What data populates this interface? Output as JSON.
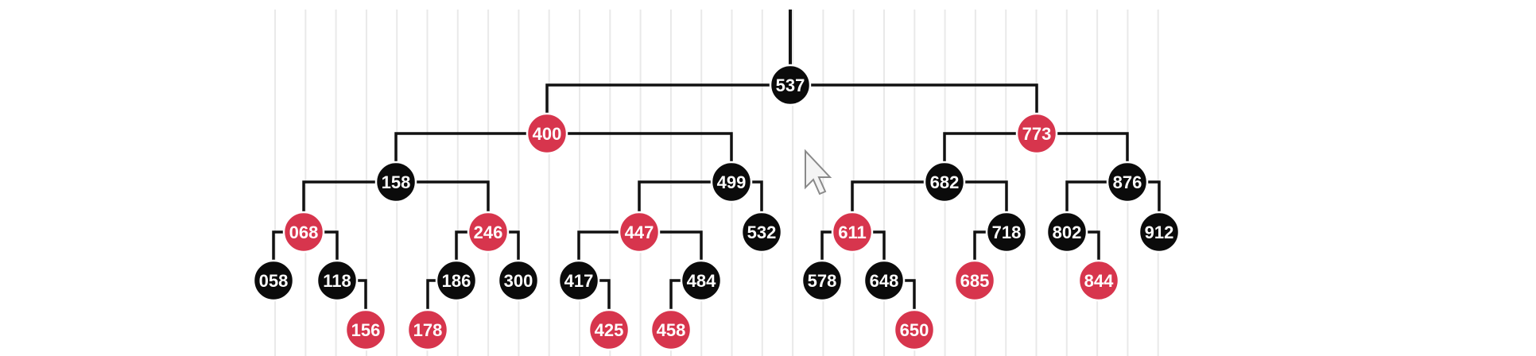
{
  "colors": {
    "background": "#ffffff",
    "grid_line": "#e9e9e9",
    "edge": "#111111",
    "black_node": "#0b0b0b",
    "red_node": "#d7354d",
    "node_outline": "#ffffff",
    "label": "#ffffff"
  },
  "tree": {
    "root": "537",
    "nodes": [
      {
        "id": "537",
        "label": "537",
        "color": "black",
        "children": [
          "400",
          "773"
        ]
      },
      {
        "id": "400",
        "label": "400",
        "color": "red",
        "children": [
          "158",
          "499"
        ]
      },
      {
        "id": "773",
        "label": "773",
        "color": "red",
        "children": [
          "682",
          "876"
        ]
      },
      {
        "id": "158",
        "label": "158",
        "color": "black",
        "children": [
          "068",
          "246"
        ]
      },
      {
        "id": "499",
        "label": "499",
        "color": "black",
        "children": [
          "447",
          "532"
        ]
      },
      {
        "id": "682",
        "label": "682",
        "color": "black",
        "children": [
          "611",
          "718"
        ]
      },
      {
        "id": "876",
        "label": "876",
        "color": "black",
        "children": [
          "802",
          "912"
        ]
      },
      {
        "id": "068",
        "label": "068",
        "color": "red",
        "children": [
          "058",
          "118"
        ]
      },
      {
        "id": "246",
        "label": "246",
        "color": "red",
        "children": [
          "186",
          "300"
        ]
      },
      {
        "id": "447",
        "label": "447",
        "color": "red",
        "children": [
          "417",
          "484"
        ]
      },
      {
        "id": "532",
        "label": "532",
        "color": "black",
        "children": []
      },
      {
        "id": "611",
        "label": "611",
        "color": "red",
        "children": [
          "578",
          "648"
        ]
      },
      {
        "id": "718",
        "label": "718",
        "color": "black",
        "children": [
          "685"
        ]
      },
      {
        "id": "802",
        "label": "802",
        "color": "black",
        "children": [
          "844"
        ]
      },
      {
        "id": "912",
        "label": "912",
        "color": "black",
        "children": []
      },
      {
        "id": "058",
        "label": "058",
        "color": "black",
        "children": []
      },
      {
        "id": "118",
        "label": "118",
        "color": "black",
        "children": [
          "156"
        ]
      },
      {
        "id": "186",
        "label": "186",
        "color": "black",
        "children": [
          "178"
        ]
      },
      {
        "id": "300",
        "label": "300",
        "color": "black",
        "children": []
      },
      {
        "id": "417",
        "label": "417",
        "color": "black",
        "children": [
          "425"
        ]
      },
      {
        "id": "484",
        "label": "484",
        "color": "black",
        "children": [
          "458"
        ]
      },
      {
        "id": "578",
        "label": "578",
        "color": "black",
        "children": []
      },
      {
        "id": "648",
        "label": "648",
        "color": "black",
        "children": [
          "650"
        ]
      },
      {
        "id": "685",
        "label": "685",
        "color": "red",
        "children": []
      },
      {
        "id": "844",
        "label": "844",
        "color": "red",
        "children": []
      },
      {
        "id": "156",
        "label": "156",
        "color": "red",
        "children": []
      },
      {
        "id": "178",
        "label": "178",
        "color": "red",
        "children": []
      },
      {
        "id": "425",
        "label": "425",
        "color": "red",
        "children": []
      },
      {
        "id": "458",
        "label": "458",
        "color": "red",
        "children": []
      },
      {
        "id": "650",
        "label": "650",
        "color": "red",
        "children": []
      }
    ]
  },
  "cursor": {
    "icon": "mouse-pointer-icon"
  }
}
